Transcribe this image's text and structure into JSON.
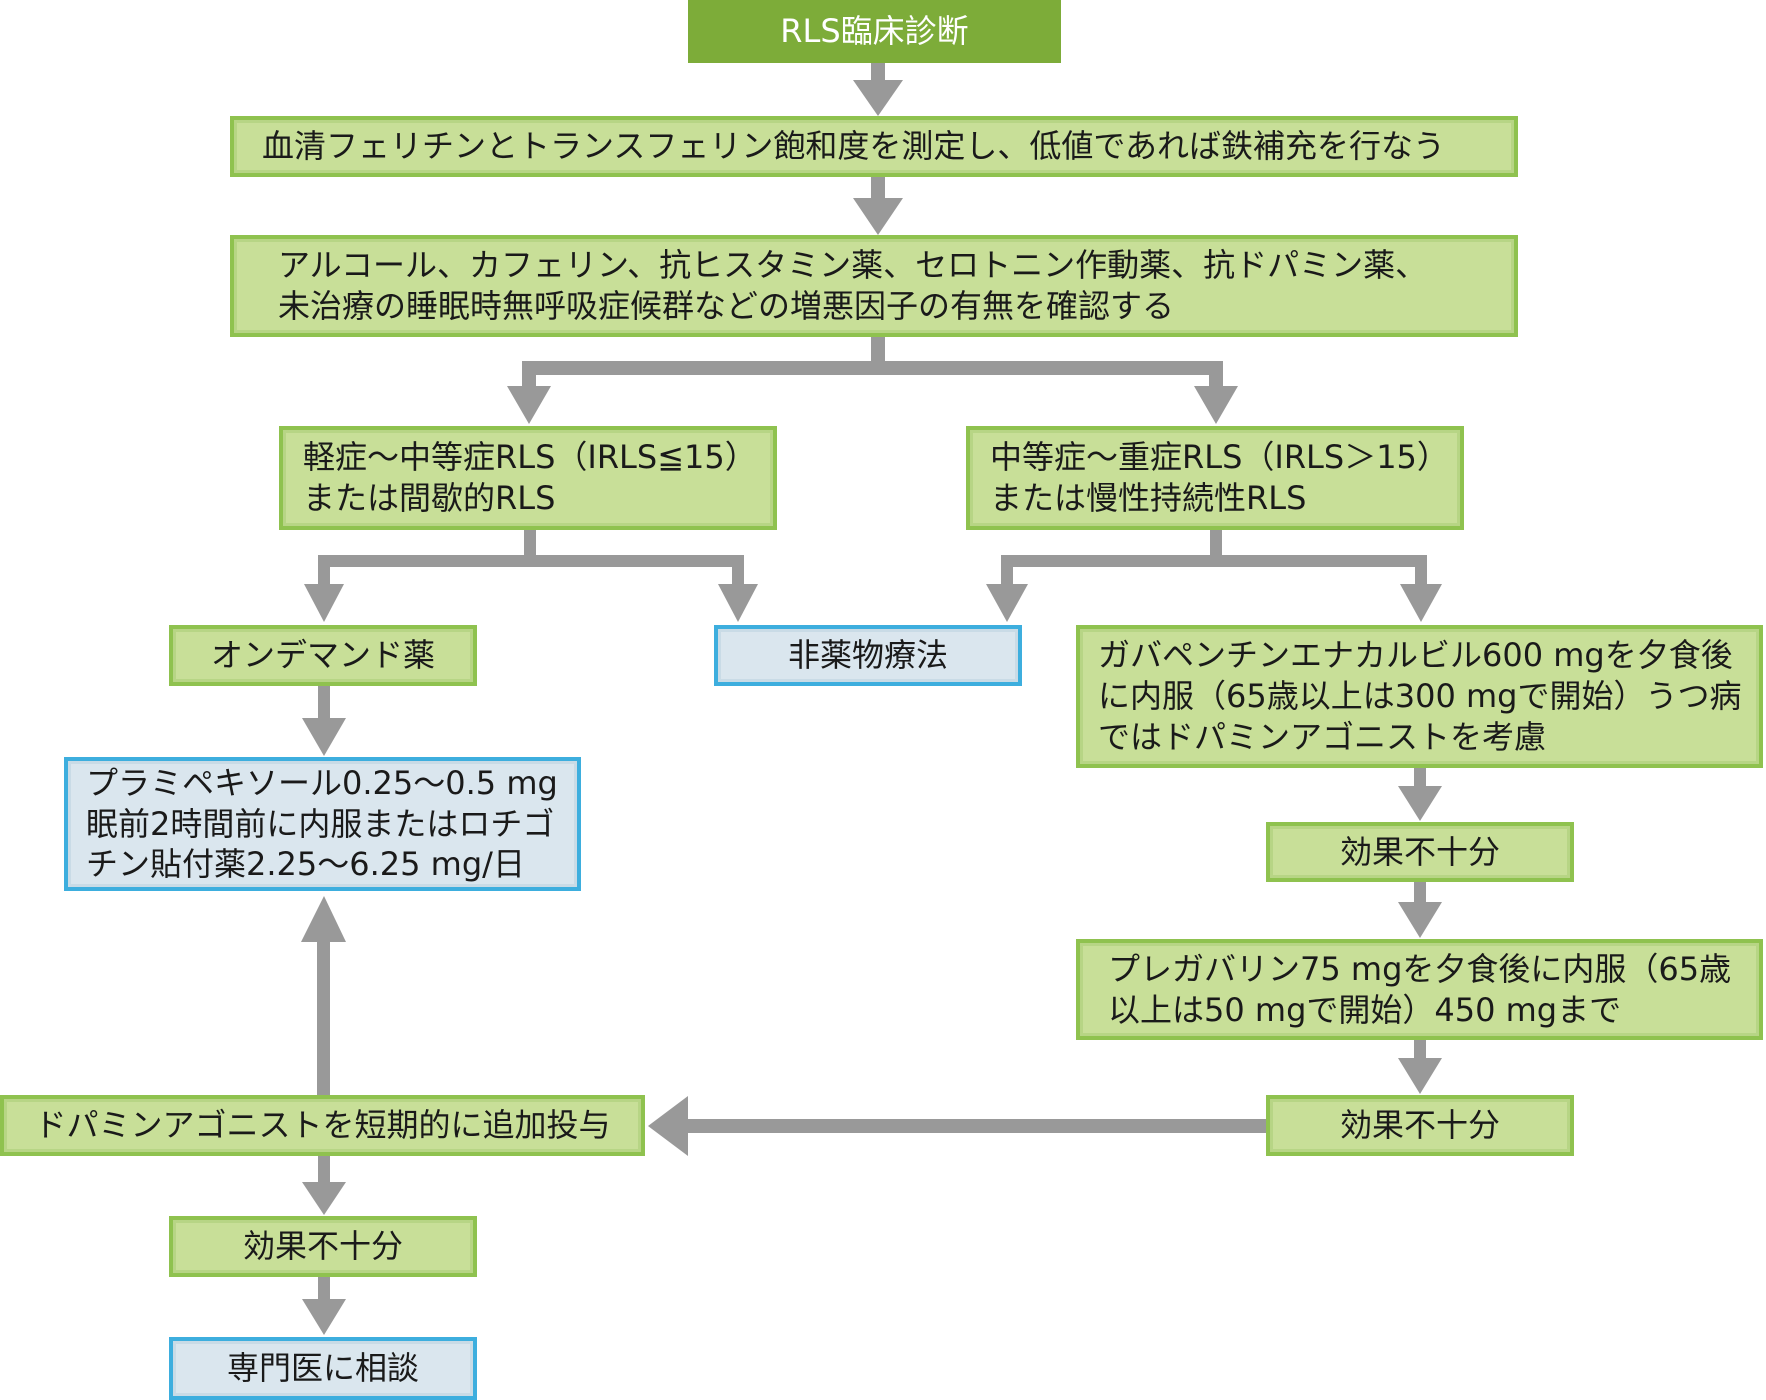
{
  "diagram": {
    "title": "RLS臨床診断",
    "nodes": {
      "start": "RLS臨床診断",
      "iron": "血清フェリチンとトランスフェリン飽和度を測定し、低値であれば鉄補充を行なう",
      "factors": "アルコール、カフェリン、抗ヒスタミン薬、セロトニン作動薬、抗ドパミン薬、\n未治療の睡眠時無呼吸症候群などの増悪因子の有無を確認する",
      "mild": "軽症〜中等症RLS（IRLS≦15）\nまたは間歇的RLS",
      "severe": "中等症〜重症RLS（IRLS＞15）\nまたは慢性持続性RLS",
      "on_demand": "オンデマンド薬",
      "non_drug": "非薬物療法",
      "gabapentin": "ガバペンチンエナカルビル600 mgを夕食後\nに内服（65歳以上は300 mgで開始）うつ病\nではドパミンアゴニストを考慮",
      "pramipexole": "プラミペキソール0.25〜0.5 mg\n眠前2時間前に内服またはロチゴ\nチン貼付薬2.25〜6.25 mg/日",
      "insufficient_1": "効果不十分",
      "pregabalin": "プレガバリン75 mgを夕食後に内服（65歳\n以上は50 mgで開始）450 mgまで",
      "insufficient_2": "効果不十分",
      "dopamine_add": "ドパミンアゴニストを短期的に追加投与",
      "insufficient_3": "効果不十分",
      "specialist": "専門医に相談"
    },
    "colors": {
      "header_fill": "#7dac39",
      "green_fill": "#c8df98",
      "green_border": "#8fc24f",
      "blue_fill": "#dae6ee",
      "blue_border": "#3daede",
      "arrow": "#999999"
    },
    "edges": [
      [
        "start",
        "iron"
      ],
      [
        "iron",
        "factors"
      ],
      [
        "factors",
        "mild"
      ],
      [
        "factors",
        "severe"
      ],
      [
        "mild",
        "on_demand"
      ],
      [
        "mild",
        "non_drug"
      ],
      [
        "severe",
        "non_drug"
      ],
      [
        "severe",
        "gabapentin"
      ],
      [
        "on_demand",
        "pramipexole"
      ],
      [
        "gabapentin",
        "insufficient_1"
      ],
      [
        "insufficient_1",
        "pregabalin"
      ],
      [
        "pregabalin",
        "insufficient_2"
      ],
      [
        "insufficient_2",
        "dopamine_add"
      ],
      [
        "dopamine_add",
        "pramipexole"
      ],
      [
        "dopamine_add",
        "insufficient_3"
      ],
      [
        "insufficient_3",
        "specialist"
      ]
    ]
  }
}
